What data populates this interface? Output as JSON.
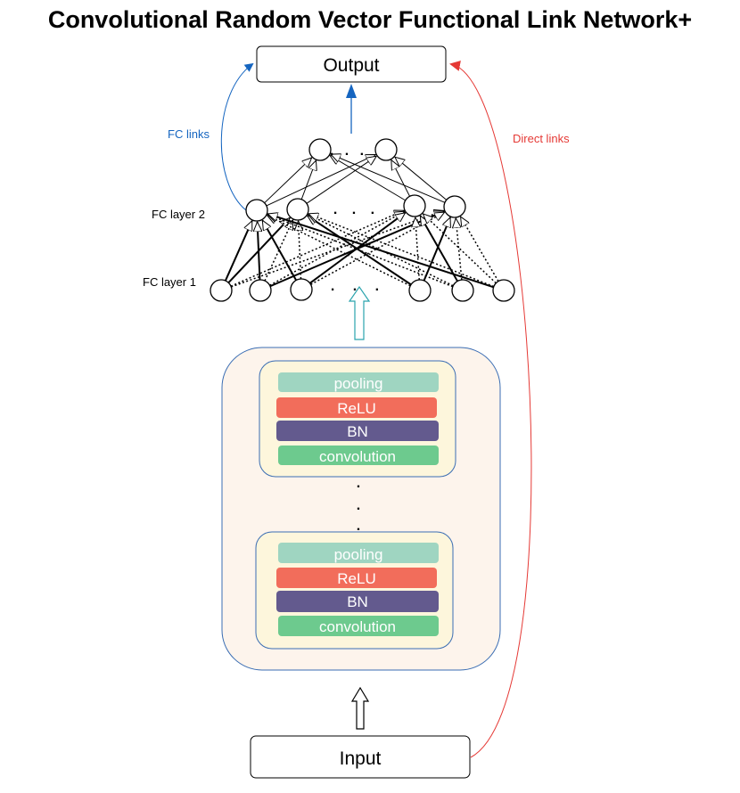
{
  "title": "Convolutional Random Vector Functional Link Network+",
  "output_label": "Output",
  "input_label": "Input",
  "fc_links_label": "FC links",
  "direct_links_label": "Direct links",
  "fc_layer2_label": "FC layer 2",
  "fc_layer1_label": "FC layer 1",
  "ellipsis": ". . .",
  "vertical_dot": ".",
  "blocks": [
    {
      "pooling": "pooling",
      "relu": "ReLU",
      "bn": "BN",
      "convolution": "convolution"
    },
    {
      "pooling": "pooling",
      "relu": "ReLU",
      "bn": "BN",
      "convolution": "convolution"
    }
  ],
  "colors": {
    "fc_links": "#1565c0",
    "direct_links": "#e53935",
    "pooling": "#9fd5c1",
    "relu": "#f26d5b",
    "bn": "#635a8e",
    "convolution": "#6dca8e",
    "outer_panel_fill": "#fdf4ec",
    "outer_panel_stroke": "#3a6db3",
    "inner_block_fill": "#fdf6dc",
    "inner_block_stroke": "#3a6db3",
    "up_arrow_stroke": "#2aa3ad"
  }
}
